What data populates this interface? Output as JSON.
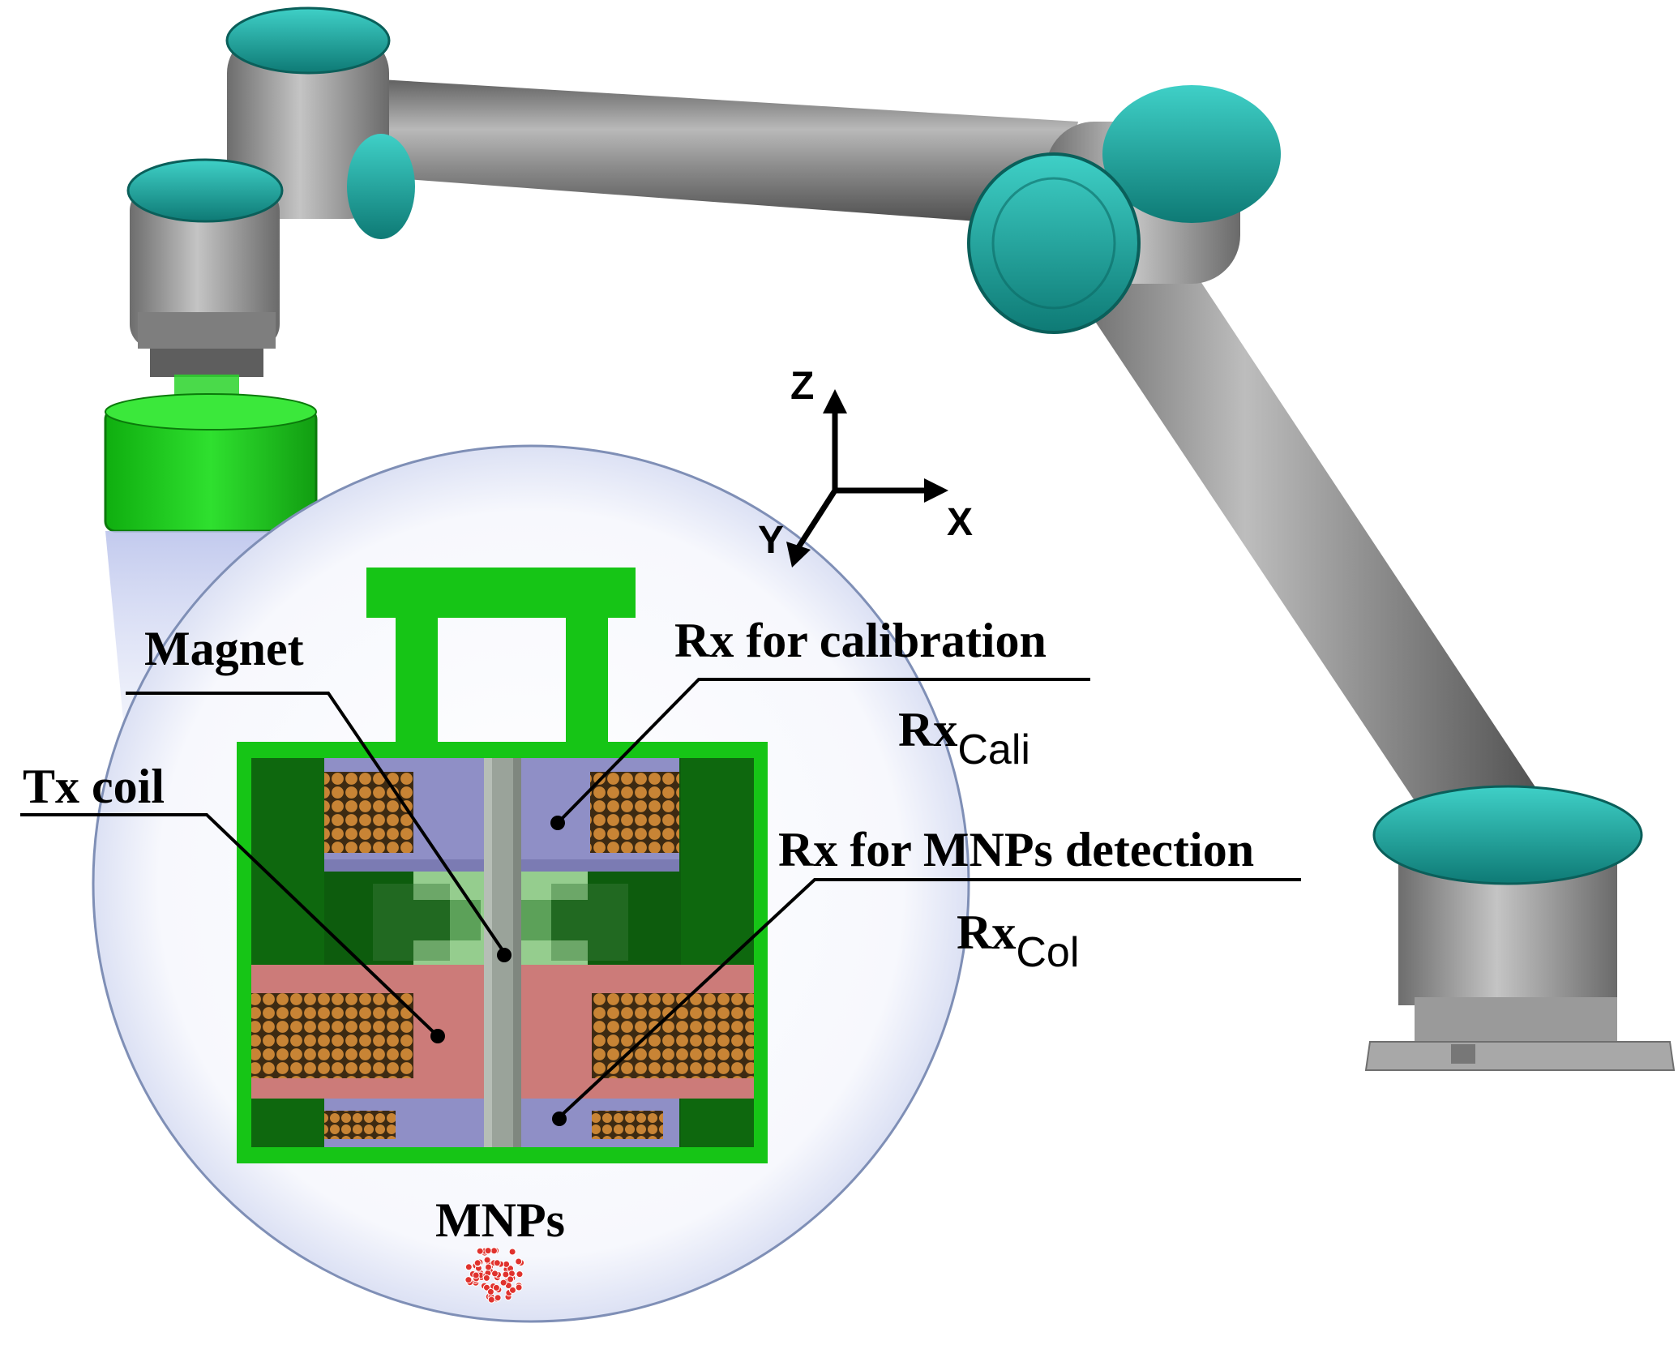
{
  "labels": {
    "magnet": "Magnet",
    "tx_coil": "Tx coil",
    "rx_calibration": "Rx for calibration",
    "rx_cali_symbol_main": "Rx",
    "rx_cali_symbol_sub": "Cali",
    "rx_detection": "Rx for MNPs detection",
    "rx_col_symbol_main": "Rx",
    "rx_col_symbol_sub": "Col",
    "mnps": "MNPs"
  },
  "axes": {
    "z": "Z",
    "x": "X",
    "y": "Y"
  },
  "colors": {
    "housing_green": "#16c516",
    "housing_dark_green": "#0d5c0d",
    "rx_purple": "#8f8fc6",
    "tx_pink": "#cc7b79",
    "coil_orange": "#c07a2c",
    "magnet_gray": "#9aa39a",
    "robot_teal": "#1aa39c",
    "robot_gray": "#8a8a8a",
    "mnp_red": "#e0322d"
  },
  "icons": {
    "robot_arm": "robot-arm-illustration",
    "sensor_head": "green-sensor-head",
    "coordinate_axes": "xyz-axes-icon",
    "mnp_cluster": "nanoparticle-cluster-icon"
  }
}
